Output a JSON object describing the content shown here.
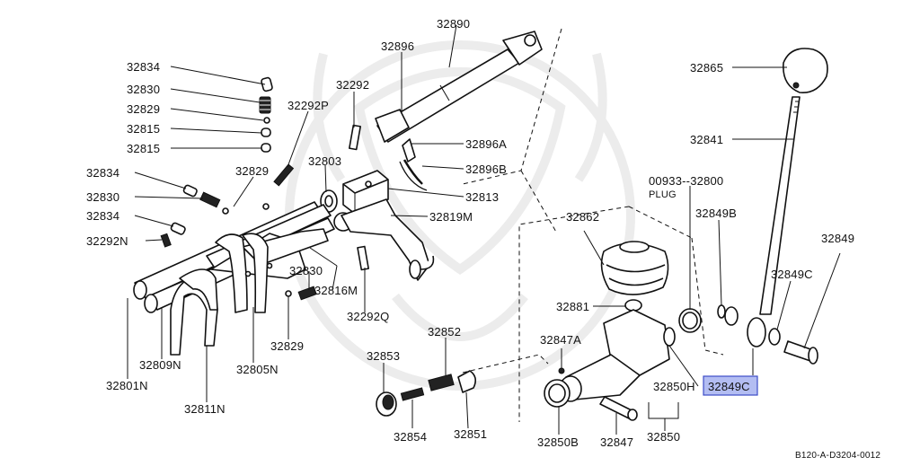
{
  "labels": {
    "p32890": "32890",
    "p32896": "32896",
    "p32834a": "32834",
    "p32830a": "32830",
    "p32829a": "32829",
    "p32815a": "32815",
    "p32815b": "32815",
    "p32292": "32292",
    "p32292P": "32292P",
    "p32896A": "32896A",
    "p32896B": "32896B",
    "p32803": "32803",
    "p32829b": "32829",
    "p32834b": "32834",
    "p32830b": "32830",
    "p32834c": "32834",
    "p32292N": "32292N",
    "p32813": "32813",
    "p32819M": "32819M",
    "p32830c": "32830",
    "p32816M": "32816M",
    "p32292Q": "32292Q",
    "p32829c": "32829",
    "p32809N": "32809N",
    "p32805N": "32805N",
    "p32801N": "32801N",
    "p32811N": "32811N",
    "p32853": "32853",
    "p32852": "32852",
    "p32854": "32854",
    "p32851": "32851",
    "p32865": "32865",
    "p32841": "32841",
    "p00933": "00933--32800",
    "plug": "PLUG",
    "p32849B": "32849B",
    "p32849": "32849",
    "p32862": "32862",
    "p32849Ca": "32849C",
    "p32881": "32881",
    "p32847A": "32847A",
    "p32850H": "32850H",
    "p32849Cb": "32849C",
    "p32850B": "32850B",
    "p32847": "32847",
    "p32850": "32850"
  },
  "diagram_code": "B120-A-D3204-0012",
  "highlight_color": "#b3bdf2"
}
